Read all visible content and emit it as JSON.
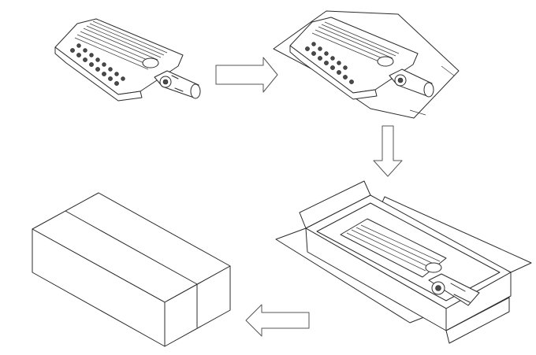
{
  "figure": {
    "steps": [
      {
        "id": 1,
        "icon": "streetlight-fixture-icon"
      },
      {
        "id": 2,
        "icon": "wrapped-fixture-icon"
      },
      {
        "id": 3,
        "icon": "open-box-with-fixture-icon"
      },
      {
        "id": 4,
        "icon": "sealed-box-icon"
      }
    ],
    "arrows": [
      {
        "from": 1,
        "to": 2,
        "direction": "right"
      },
      {
        "from": 2,
        "to": 3,
        "direction": "down"
      },
      {
        "from": 3,
        "to": 4,
        "direction": "left"
      }
    ],
    "colors": {
      "line": "#2b2b2b",
      "fill": "#ffffff",
      "arrow_stroke": "#555555"
    }
  }
}
